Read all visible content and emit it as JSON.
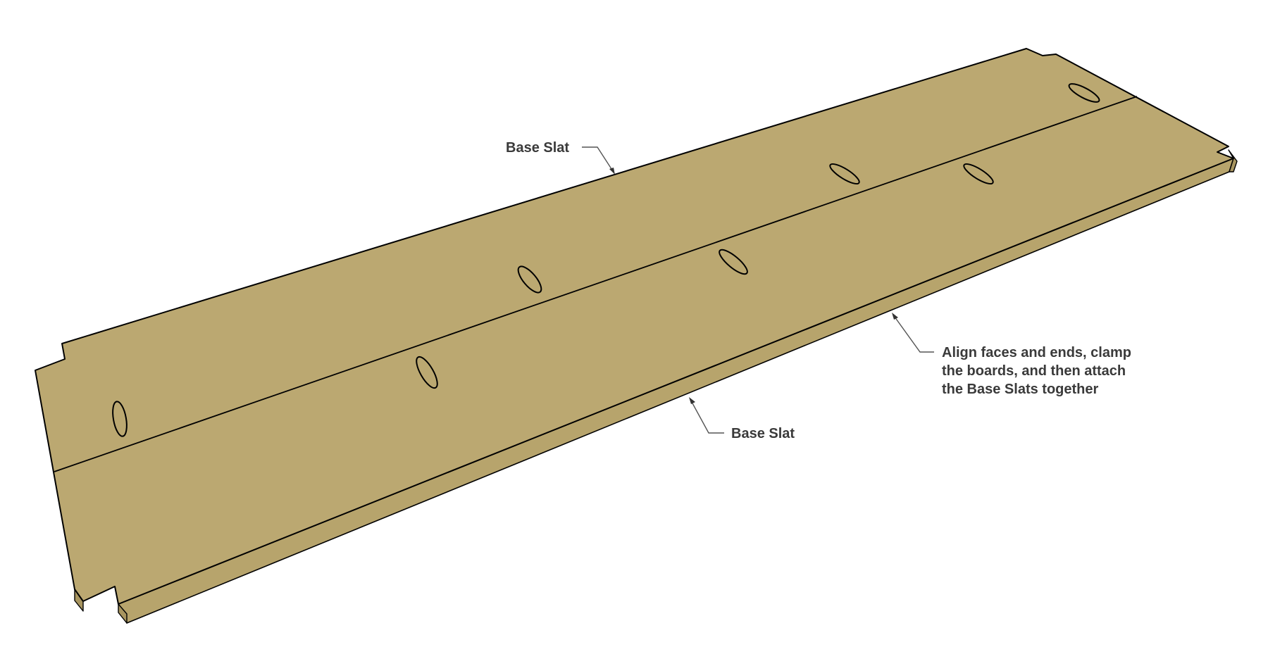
{
  "colors": {
    "wood_top": "#bba871",
    "wood_edge": "#b7a46c",
    "line": "#000000",
    "label_text": "#3a3a3a",
    "leader": "#555555"
  },
  "callouts": {
    "top_slat": "Base Slat",
    "bottom_slat": "Base Slat",
    "instruction_line1": "Align faces and ends, clamp",
    "instruction_line2": "the boards, and then attach",
    "instruction_line3": "the Base Slats together"
  }
}
